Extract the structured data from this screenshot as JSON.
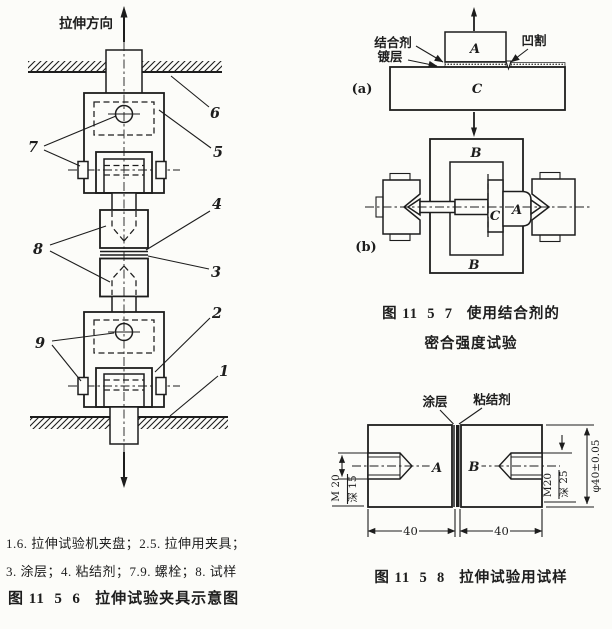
{
  "page": {
    "bg": "#fcfcf9",
    "ink": "#1d1d1d"
  },
  "fig_tensile_fixture": {
    "direction_label": "拉伸方向",
    "parts": {
      "p1": "1",
      "p2": "2",
      "p3": "3",
      "p4": "4",
      "p5": "5",
      "p6": "6",
      "p7": "7",
      "p8": "8",
      "p9": "9"
    },
    "legend_line1": "1.6. 拉伸试验机夹盘；2.5. 拉伸用夹具；",
    "legend_line2": "3. 涂层；4. 粘结剂；7.9. 螺栓；8. 试样",
    "caption": "图 11  5  6   拉伸试验夹具示意图"
  },
  "fig_bond_test": {
    "tag_a": "(a)",
    "tag_b": "(b)",
    "block_a": "A",
    "block_c": "C",
    "ann_bonding_agent": "结合剂",
    "ann_plating": "镀层",
    "ann_undercut": "凹割",
    "b_top": "B",
    "b_bottom": "B",
    "b_piece_c": "C",
    "b_piece_a": "A",
    "caption_line1": "图 11  5  7   使用结合剂的",
    "caption_line2": "密合强度试验"
  },
  "fig_specimen": {
    "ann_coating": "涂层",
    "ann_adhesive": "粘结剂",
    "block_a": "A",
    "block_b": "B",
    "dim_left_thread": "M 20",
    "dim_left_depth": "深 15",
    "dim_right_thread": "M20",
    "dim_right_depth": "深 25",
    "dim_diameter": "φ40±0.05",
    "dim_width_left": "40",
    "dim_width_right": "40",
    "caption": "图 11  5  8   拉伸试验用试样"
  }
}
